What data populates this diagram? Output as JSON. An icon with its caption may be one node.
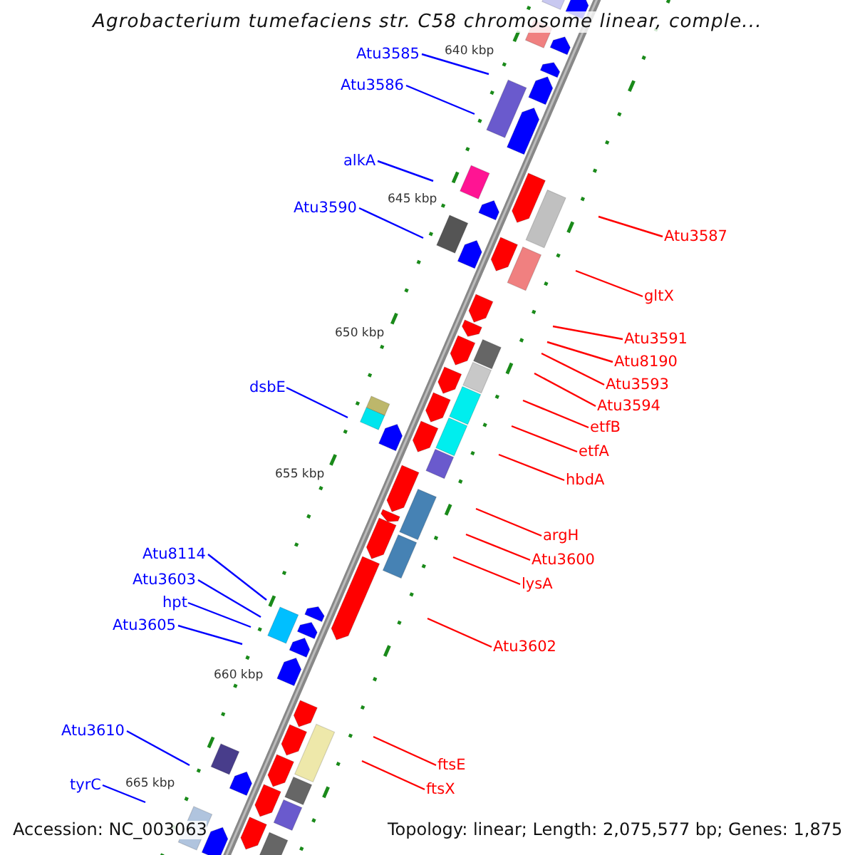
{
  "diagram": {
    "title": "Agrobacterium tumefaciens str. C58 chromosome linear, comple...",
    "nodes": [
      {
        "text": [
          "Atu3585"
        ]
      },
      {
        "text": [
          "Atu3586"
        ]
      },
      {
        "text": [
          "alkA"
        ]
      },
      {
        "text": [
          "Atu3590"
        ]
      },
      {
        "text": [
          "Atu3587"
        ]
      },
      {
        "text": [
          "gltX"
        ]
      },
      {
        "text": [
          "Atu3591"
        ]
      },
      {
        "text": [
          "Atu8190"
        ]
      },
      {
        "text": [
          "Atu3593"
        ]
      },
      {
        "text": [
          "dsbE"
        ]
      },
      {
        "text": [
          "Atu3594"
        ]
      },
      {
        "text": [
          "etfB"
        ]
      },
      {
        "text": [
          "etfA"
        ]
      },
      {
        "text": [
          "hbdA"
        ]
      },
      {
        "text": [
          "argH"
        ]
      },
      {
        "text": [
          "Atu8114"
        ]
      },
      {
        "text": [
          "Atu3600"
        ]
      },
      {
        "text": [
          "Atu3603"
        ]
      },
      {
        "text": [
          "lysA"
        ]
      },
      {
        "text": [
          "hpt"
        ]
      },
      {
        "text": [
          "Atu3605"
        ]
      },
      {
        "text": [
          "Atu3602"
        ]
      },
      {
        "text": [
          "Atu3610"
        ]
      },
      {
        "text": [
          "ftsE"
        ]
      },
      {
        "text": [
          "tyrC"
        ]
      },
      {
        "text": [
          "ftsX"
        ]
      }
    ],
    "edges": [
      {
        "from": 0,
        "to": null,
        "arrow": "none",
        "color": "#0000ff"
      },
      {
        "from": 1,
        "to": null,
        "arrow": "none",
        "color": "#0000ff"
      },
      {
        "from": 2,
        "to": null,
        "arrow": "none",
        "color": "#0000ff"
      },
      {
        "from": 3,
        "to": null,
        "arrow": "none",
        "color": "#0000ff"
      },
      {
        "from": 4,
        "to": null,
        "arrow": "none"
      },
      {
        "from": 5,
        "to": null,
        "arrow": "none"
      },
      {
        "from": 6,
        "to": null,
        "arrow": "none"
      },
      {
        "from": 7,
        "to": null,
        "arrow": "none"
      },
      {
        "from": 8,
        "to": null,
        "arrow": "none"
      },
      {
        "from": 9,
        "to": null,
        "arrow": "none",
        "color": "#0000ff"
      },
      {
        "from": 10,
        "to": null,
        "arrow": "none"
      },
      {
        "from": 11,
        "to": null,
        "arrow": "none"
      },
      {
        "from": 12,
        "to": null,
        "arrow": "none"
      },
      {
        "from": 13,
        "to": null,
        "arrow": "none"
      },
      {
        "from": 14,
        "to": null,
        "arrow": "none"
      },
      {
        "from": 15,
        "to": null,
        "arrow": "none",
        "color": "#0000ff"
      },
      {
        "from": 16,
        "to": null,
        "arrow": "none"
      },
      {
        "from": 17,
        "to": null,
        "arrow": "none",
        "color": "#0000ff"
      },
      {
        "from": 18,
        "to": null,
        "arrow": "none"
      },
      {
        "from": 19,
        "to": null,
        "arrow": "none",
        "color": "#0000ff"
      },
      {
        "from": 20,
        "to": null,
        "arrow": "none",
        "color": "#0000ff"
      },
      {
        "from": 21,
        "to": null,
        "arrow": "none"
      },
      {
        "from": 22,
        "to": null,
        "arrow": "none",
        "color": "#0000ff"
      },
      {
        "from": 23,
        "to": null,
        "arrow": "none"
      },
      {
        "from": 24,
        "to": null,
        "arrow": "none",
        "color": "#0000ff"
      },
      {
        "from": 25,
        "to": null,
        "arrow": "none"
      }
    ],
    "labels": [
      "640 kbp",
      "645 kbp",
      "650 kbp",
      "655 kbp",
      "660 kbp",
      "665 kbp",
      "Accession: NC_003063",
      "Topology: linear; Length: 2,075,577 bp; Genes: 1,875"
    ]
  }
}
